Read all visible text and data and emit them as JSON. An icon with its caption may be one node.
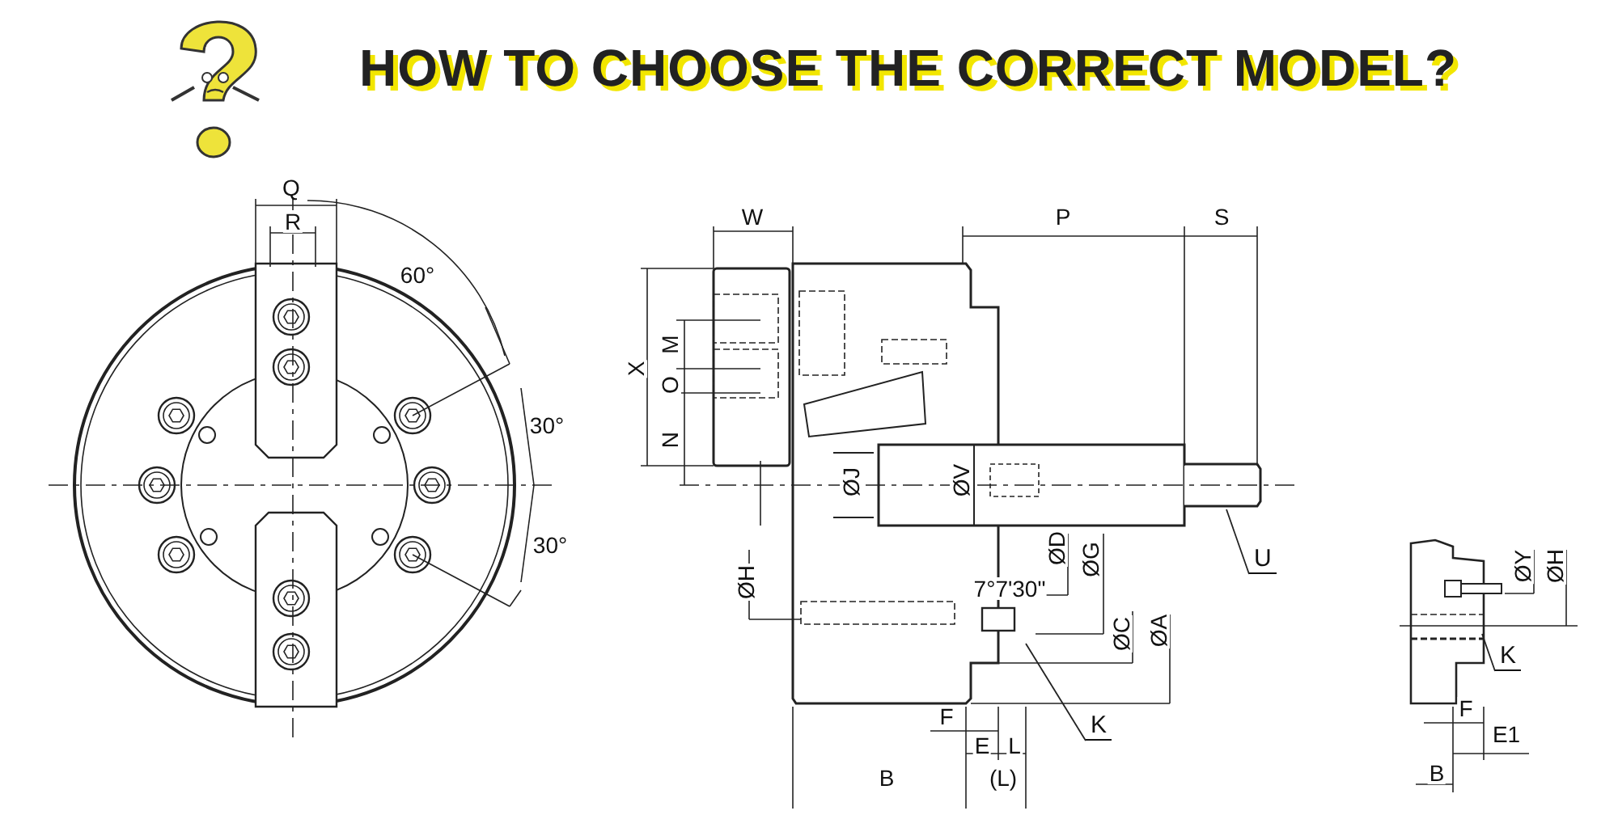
{
  "diagram": {
    "title": "HOW TO CHOOSE THE CORRECT MODEL?",
    "nodes": [
      {
        "text": [
          "K"
        ]
      },
      {
        "text": [
          "U"
        ]
      },
      {
        "text": [
          "K"
        ]
      }
    ],
    "edges": [
      {
        "from": 0,
        "to": null,
        "arrow": "none"
      },
      {
        "from": 1,
        "to": null,
        "arrow": "none"
      },
      {
        "from": 2,
        "to": null,
        "arrow": "none"
      }
    ],
    "labels": [
      "Q",
      "R",
      "W",
      "P",
      "S",
      "60°",
      "X",
      "M",
      "O",
      "30°",
      "N",
      "ØJ",
      "ØV",
      "30°",
      "ØD",
      "ØG",
      "ØY",
      "ØH",
      "ØH",
      "7°7'30\"",
      "ØC",
      "ØA",
      "F",
      "F",
      "E",
      "L",
      "E1",
      "B",
      "(L)",
      "B"
    ]
  }
}
